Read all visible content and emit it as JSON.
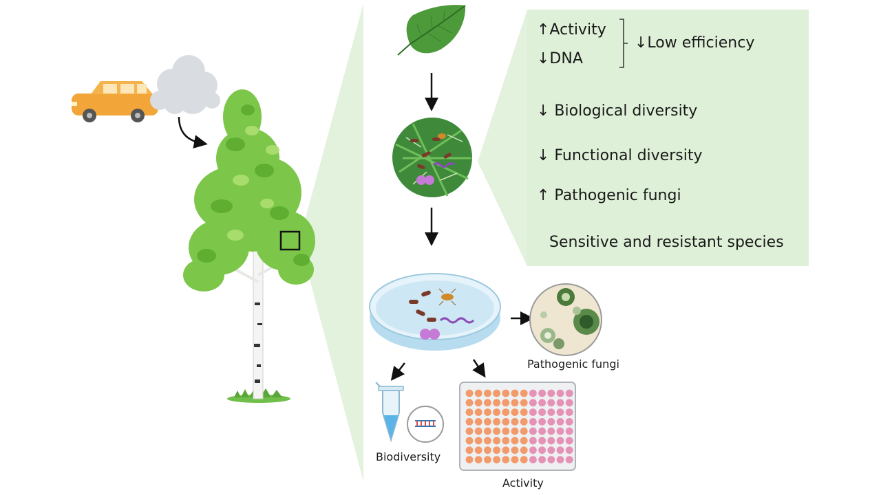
{
  "effects": {
    "activity": "↑Activity",
    "dna": "↓DNA",
    "low_efficiency": "↓Low efficiency",
    "biological_diversity": "↓ Biological diversity",
    "functional_diversity": "↓ Functional diversity",
    "pathogenic_fungi": "↑ Pathogenic fungi",
    "sensitive_resistant": "Sensitive and resistant species"
  },
  "captions": {
    "pathogenic_fungi": "Pathogenic fungi",
    "biodiversity": "Biodiversity",
    "activity": "Activity"
  },
  "colors": {
    "panel_green": "#dff0d8",
    "wedge_green": "#e3f2dc",
    "leaf_green": "#7cc74a",
    "car_orange": "#f2a63a",
    "colony_purple": "#b266c8",
    "well_orange": "#f29a6a",
    "well_pink": "#e592b6"
  },
  "icons": [
    "car-icon",
    "exhaust-cloud-icon",
    "birch-tree-icon",
    "leaf-icon",
    "microbe-community-icon",
    "petri-dish-icon",
    "fungal-colonies-icon",
    "dna-tube-icon",
    "well-plate-icon"
  ]
}
